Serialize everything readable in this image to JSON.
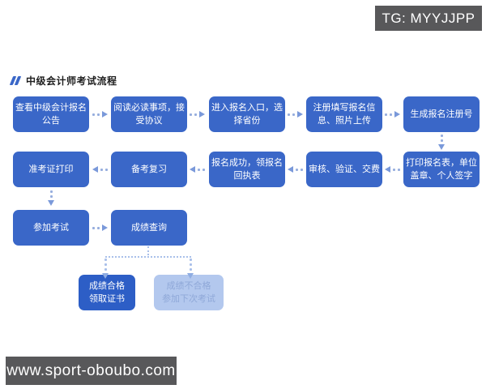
{
  "title": {
    "text": "中级会计师考试流程"
  },
  "watermarks": {
    "tg_badge": "TG: MYYJJPP",
    "site_badge": "www.sport-oboubo.com"
  },
  "flow": {
    "row1": [
      {
        "label": "查看中级会计报名公告"
      },
      {
        "label": "阅读必读事项，接受协议"
      },
      {
        "label": "进入报名入口，选择省份"
      },
      {
        "label": "注册填写报名信息、照片上传"
      },
      {
        "label": "生成报名注册号"
      }
    ],
    "row2": [
      {
        "label": "准考证打印"
      },
      {
        "label": "备考复习"
      },
      {
        "label": "报名成功，领报名回执表"
      },
      {
        "label": "审核、验证、交费"
      },
      {
        "label": "打印报名表，单位盖章、个人签字"
      }
    ],
    "row3": [
      {
        "label": "参加考试"
      },
      {
        "label": "成绩查询"
      }
    ],
    "outcomes": {
      "pass": {
        "label": "成绩合格\n领取证书"
      },
      "fail": {
        "label": "成绩不合格\n参加下次考试"
      }
    }
  },
  "colors": {
    "step_blue": "#3a67c8",
    "pass_blue": "#2d5ec6",
    "fail_light_blue": "#b3c8ee",
    "fail_text": "#8fa8d8",
    "arrow_blue": "#7a99da",
    "branch_dotted_blue": "#a9c0ea",
    "badge_gray": "#58585a"
  }
}
